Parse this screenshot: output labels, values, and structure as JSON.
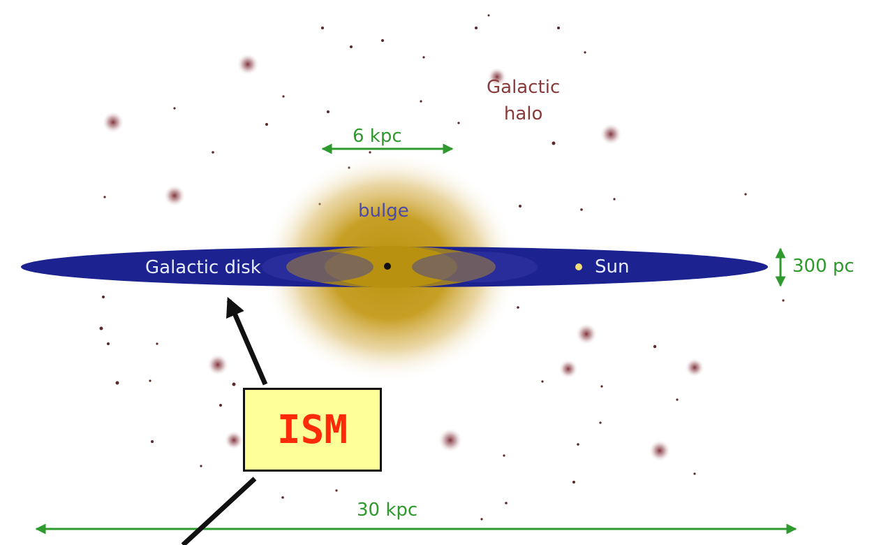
{
  "labels": {
    "halo_line1": "Galactic",
    "halo_line2": "halo",
    "bulge_width": "6 kpc",
    "bulge": "bulge",
    "disk": "Galactic disk",
    "sun": "Sun",
    "disk_thickness": "300 pc",
    "galaxy_width": "30 kpc",
    "ism": "ISM"
  },
  "colors": {
    "disk": "#1c2290",
    "bulge_core": "#b8920e",
    "halo_stars": "#7a3d3d",
    "dimension_arrows": "#2e9a2e",
    "ism_box_fill": "#ffff99",
    "ism_text": "#ff2a0a",
    "pointer_arrow": "#111111"
  }
}
